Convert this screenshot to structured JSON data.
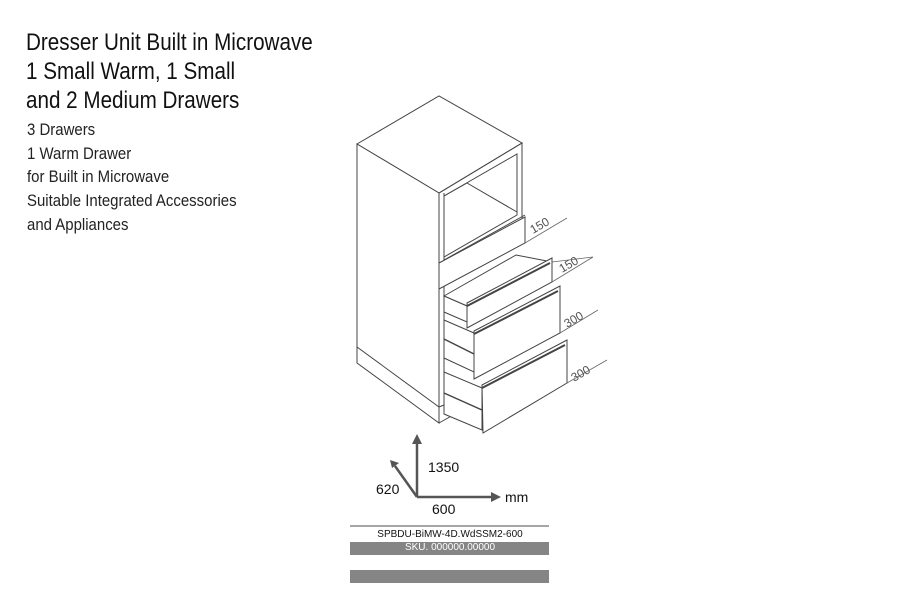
{
  "title_lines": [
    "Dresser Unit Built in Microwave",
    "1 Small Warm, 1 Small",
    "and 2 Medium Drawers"
  ],
  "features": [
    "3 Drawers",
    "1 Warm Drawer",
    "for Built in Microwave",
    "Suitable Integrated Accessories",
    "and Appliances"
  ],
  "drawer_heights": [
    "150",
    "150",
    "300",
    "300"
  ],
  "dimensions": {
    "height": "1350",
    "depth": "620",
    "width": "600",
    "unit": "mm"
  },
  "product_code": "SPBDU-BiMW-4D.WdSSM2-600",
  "sku": "SKU. 000000.00000",
  "colors": {
    "bar": "#858585",
    "line": "#444444"
  }
}
